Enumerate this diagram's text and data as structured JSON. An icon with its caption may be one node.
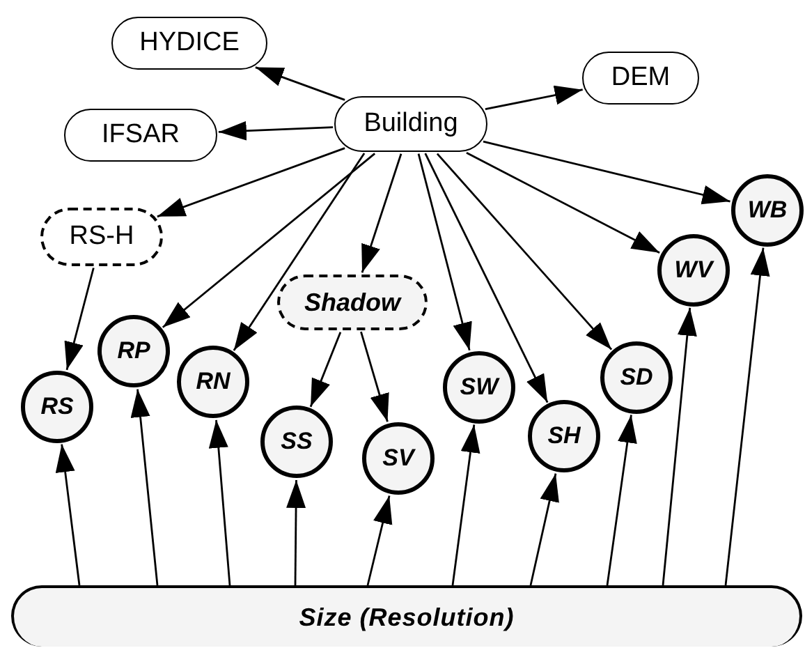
{
  "diagram": {
    "nodes": [
      {
        "text": [
          "HYDICE"
        ]
      },
      {
        "text": [
          "DEM"
        ]
      },
      {
        "text": [
          "IFSAR"
        ]
      },
      {
        "text": [
          "Building"
        ]
      },
      {
        "text": [
          "RS-H"
        ]
      },
      {
        "text": [
          "Shadow"
        ]
      },
      {
        "text": [
          "RS"
        ]
      },
      {
        "text": [
          "RP"
        ]
      },
      {
        "text": [
          "RN"
        ]
      },
      {
        "text": [
          "SS"
        ]
      },
      {
        "text": [
          "SV"
        ]
      },
      {
        "text": [
          "SW"
        ]
      },
      {
        "text": [
          "SH"
        ]
      },
      {
        "text": [
          "SD"
        ]
      },
      {
        "text": [
          "WV"
        ]
      },
      {
        "text": [
          "WB"
        ]
      },
      {
        "text": [
          "Size (Resolution)"
        ]
      }
    ],
    "edges": [
      {
        "from": 3,
        "to": 0,
        "arrow": "to"
      },
      {
        "from": 3,
        "to": 1,
        "arrow": "to"
      },
      {
        "from": 3,
        "to": 2,
        "arrow": "to"
      },
      {
        "from": 3,
        "to": 4,
        "arrow": "to"
      },
      {
        "from": 3,
        "to": 7,
        "arrow": "to"
      },
      {
        "from": 3,
        "to": 8,
        "arrow": "to"
      },
      {
        "from": 3,
        "to": 5,
        "arrow": "to"
      },
      {
        "from": 3,
        "to": 11,
        "arrow": "to"
      },
      {
        "from": 3,
        "to": 12,
        "arrow": "to"
      },
      {
        "from": 3,
        "to": 13,
        "arrow": "to"
      },
      {
        "from": 3,
        "to": 14,
        "arrow": "to"
      },
      {
        "from": 3,
        "to": 15,
        "arrow": "to"
      },
      {
        "from": 4,
        "to": 6,
        "arrow": "to"
      },
      {
        "from": 5,
        "to": 9,
        "arrow": "to"
      },
      {
        "from": 5,
        "to": 10,
        "arrow": "to"
      },
      {
        "from": 16,
        "to": 6,
        "arrow": "to"
      },
      {
        "from": 16,
        "to": 7,
        "arrow": "to"
      },
      {
        "from": 16,
        "to": 8,
        "arrow": "to"
      },
      {
        "from": 16,
        "to": 9,
        "arrow": "to"
      },
      {
        "from": 16,
        "to": 10,
        "arrow": "to"
      },
      {
        "from": 16,
        "to": 11,
        "arrow": "to"
      },
      {
        "from": 16,
        "to": 12,
        "arrow": "to"
      },
      {
        "from": 16,
        "to": 13,
        "arrow": "to"
      },
      {
        "from": 16,
        "to": 14,
        "arrow": "to"
      },
      {
        "from": 16,
        "to": 15,
        "arrow": "to"
      }
    ]
  }
}
